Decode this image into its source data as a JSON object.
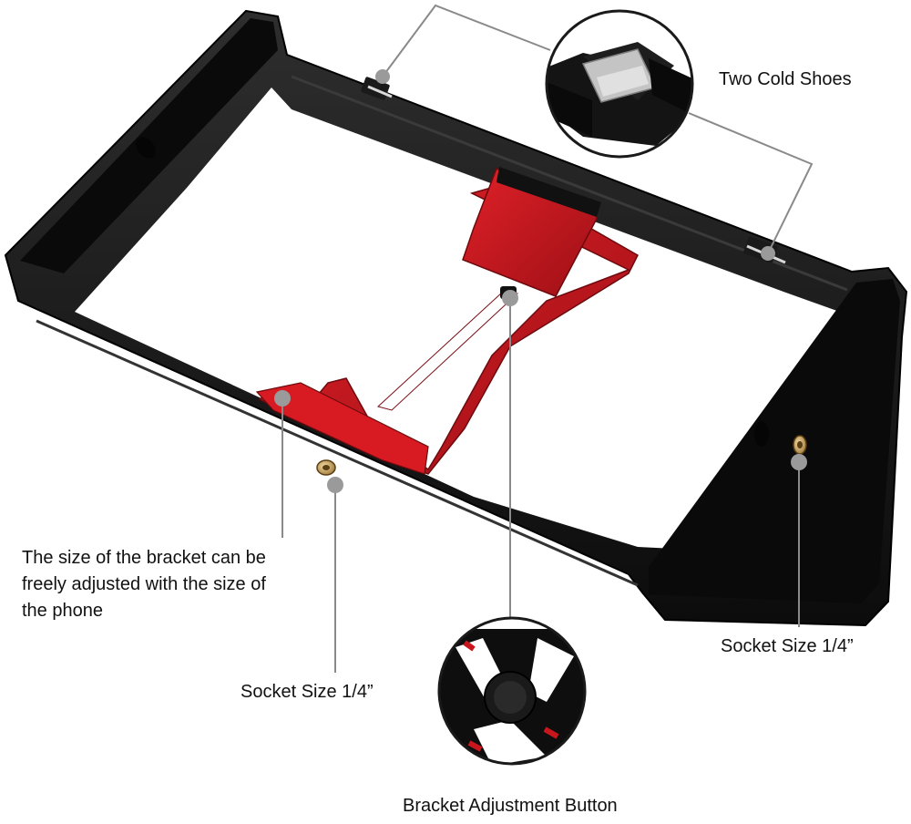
{
  "annotations": {
    "cold_shoes": "Two Cold Shoes",
    "bracket_size": [
      "The size of the bracket can be",
      "freely adjusted with the size of",
      "the phone"
    ],
    "socket_left": "Socket Size 1/4”",
    "socket_right": "Socket Size 1/4”",
    "adjust_button": "Bracket Adjustment Button"
  },
  "colors": {
    "frame": "#161616",
    "frame_edge": "#2c2c2c",
    "bracket": "#c8161d",
    "bracket_dark": "#8f0f14",
    "leader_line": "#8a8a8a",
    "leader_dot": "#9a9a9a",
    "brass": "#c9a25a"
  }
}
